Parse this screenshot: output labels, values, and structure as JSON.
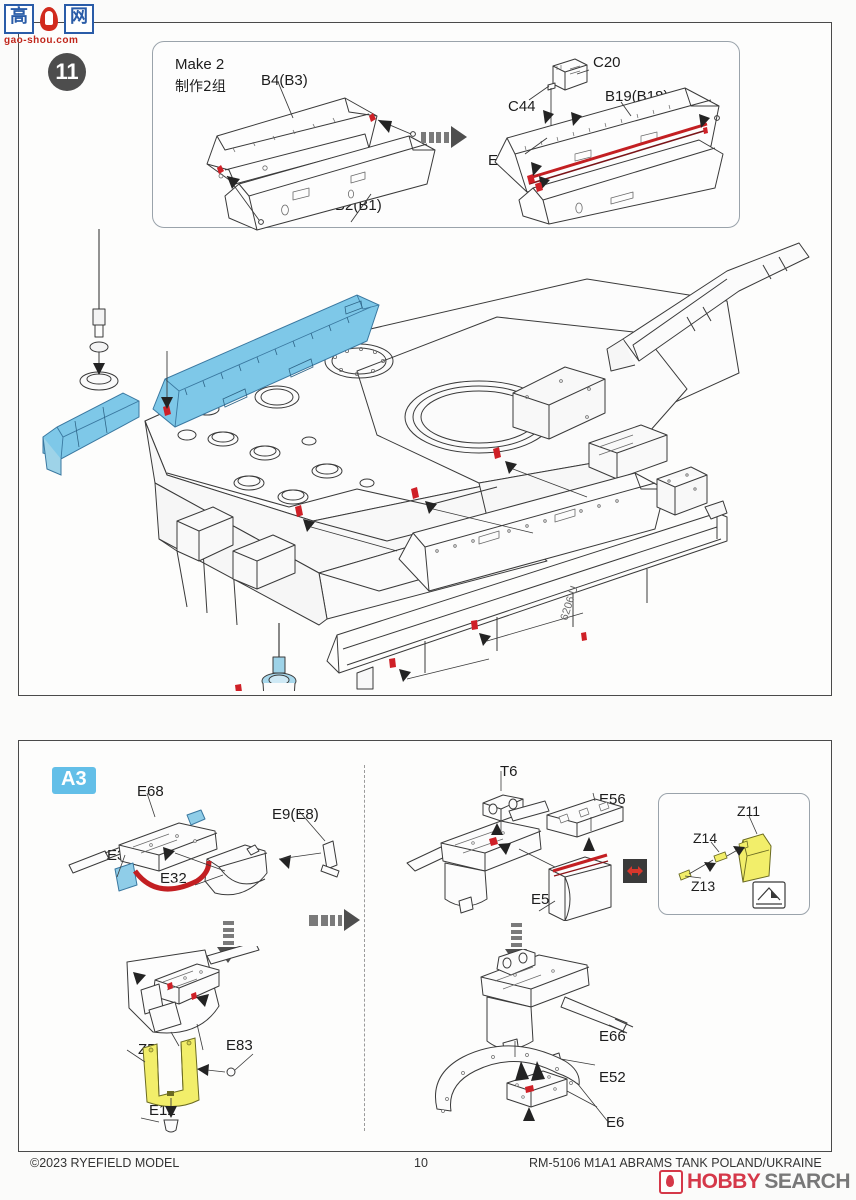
{
  "document": {
    "step_number": "11",
    "sub_step_badge": "A3"
  },
  "watermarks": {
    "gaoshou": {
      "char1": "高",
      "char2": "网",
      "url": "gao-shou.com",
      "icon": "flame-hand-icon"
    },
    "hobby_search": {
      "part1": "HOBBY",
      "part2": "SEARCH",
      "icon": "flame-badge-icon"
    }
  },
  "top_panel": {
    "subassembly_box": {
      "make_note_en": "Make 2",
      "make_note_cn": "制作2组",
      "labels": {
        "b4": "B4(B3)",
        "b2": "B2(B1)",
        "c20": "C20",
        "c44": "C44",
        "e51": "E51(E46)",
        "b19": "B19(B18)"
      }
    },
    "hull_marking": "6206 U"
  },
  "bottom_panel": {
    "left_labels": {
      "e68": "E68",
      "e9": "E9(E8)",
      "e33": "E33",
      "e32": "E32",
      "z5": "Z5",
      "e83": "E83",
      "e12": "E12"
    },
    "right_labels": {
      "t6": "T6",
      "e56": "E56",
      "e57": "E57",
      "e66": "E66",
      "e52": "E52",
      "e6": "E6"
    },
    "inset_box": {
      "z11": "Z11",
      "z14": "Z14",
      "z13": "Z13",
      "icon": "bend-fold-icon"
    },
    "direction_icon": "red-double-arrow-icon"
  },
  "footer": {
    "copyright": "©2023 RYEFIELD MODEL",
    "page_number": "10",
    "kit_title": "RM-5106 M1A1 ABRAMS TANK POLAND/UKRAINE"
  },
  "colors": {
    "highlight_blue": "#7ec8e8",
    "highlight_yellow": "#f2ee6a",
    "highlight_red": "#d22b2b",
    "badge_blue": "#63bfe8",
    "line": "#3a3a3a"
  }
}
